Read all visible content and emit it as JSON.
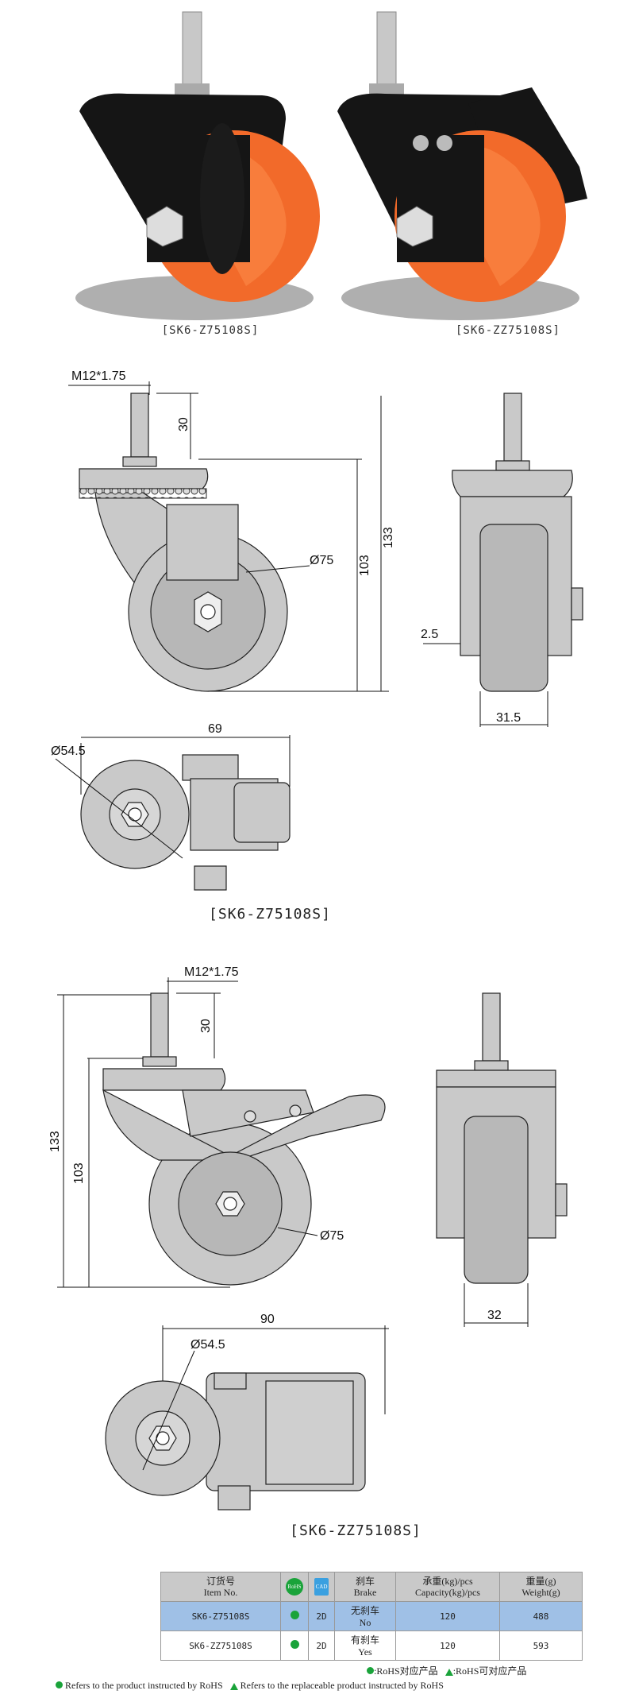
{
  "photos": [
    {
      "caption": "[SK6-Z75108S]"
    },
    {
      "caption": "[SK6-ZZ75108S]"
    }
  ],
  "drawing1": {
    "thread": "M12*1.75",
    "stem_len": "30",
    "height": "133",
    "wheel_center_h": "103",
    "wheel_dia": "Ø75",
    "offset": "2.5",
    "wheel_width": "31.5",
    "plate_len": "69",
    "plate_dia": "Ø54.5",
    "caption": "[SK6-Z75108S]"
  },
  "drawing2": {
    "thread": "M12*1.75",
    "stem_len": "30",
    "height": "133",
    "wheel_center_h": "103",
    "wheel_dia": "Ø75",
    "wheel_width": "32",
    "plate_len": "90",
    "plate_dia": "Ø54.5",
    "caption": "[SK6-ZZ75108S]"
  },
  "table": {
    "headers": {
      "item_cn": "订货号",
      "item_en": "Item No.",
      "rohs_icon": "RoHS",
      "cad_icon": "CAD",
      "brake_cn": "刹车",
      "brake_en": "Brake",
      "cap_cn": "承重(kg)/pcs",
      "cap_en": "Capacity(kg)/pcs",
      "wt_cn": "重量(g)",
      "wt_en": "Weight(g)"
    },
    "rows": [
      {
        "item": "SK6-Z75108S",
        "cad": "2D",
        "brake_cn": "无刹车",
        "brake_en": "No",
        "capacity": "120",
        "weight": "488"
      },
      {
        "item": "SK6-ZZ75108S",
        "cad": "2D",
        "brake_cn": "有刹车",
        "brake_en": "Yes",
        "capacity": "120",
        "weight": "593"
      }
    ]
  },
  "legend": {
    "cn_rohs": ":RoHS对应产品",
    "cn_replace": ":RoHS可对应产品",
    "en_rohs": "Refers to the product instructed by RoHS",
    "en_replace": "Refers to the replaceable product instructed by RoHS"
  },
  "colors": {
    "wheel": "#f26a2a",
    "body": "#151515",
    "part": "#c9c9c9",
    "rohs": "#1aa33a",
    "highlight": "#9fc0e6"
  }
}
